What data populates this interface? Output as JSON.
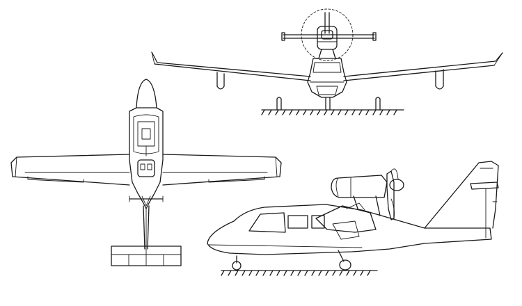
{
  "drawing": {
    "views": [
      "front-view",
      "top-view",
      "side-view"
    ]
  }
}
